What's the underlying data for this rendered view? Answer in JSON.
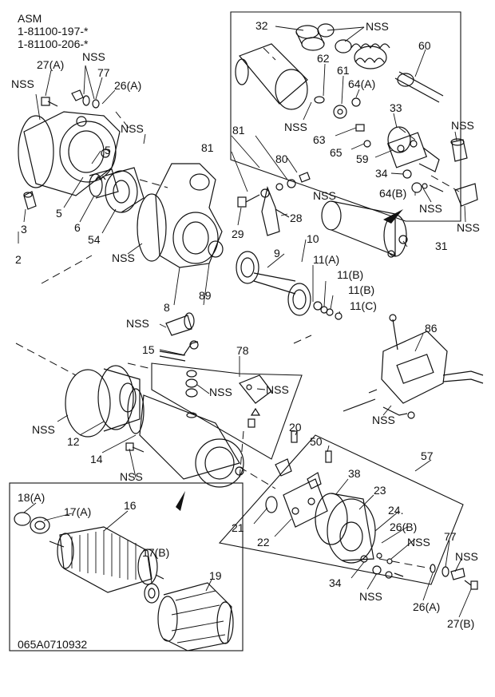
{
  "header": {
    "asm_label": "ASM",
    "part_numbers": [
      "1-81100-197-*",
      "1-81100-206-*"
    ]
  },
  "footer": {
    "drawing_code": "065A0710932"
  },
  "callouts": [
    {
      "id": "c-32",
      "text": "32"
    },
    {
      "id": "c-nss-top",
      "text": "NSS"
    },
    {
      "id": "c-60",
      "text": "60"
    },
    {
      "id": "c-62",
      "text": "62"
    },
    {
      "id": "c-61",
      "text": "61"
    },
    {
      "id": "c-64a",
      "text": "64(A)"
    },
    {
      "id": "c-nss-63",
      "text": "NSS"
    },
    {
      "id": "c-63",
      "text": "63"
    },
    {
      "id": "c-33",
      "text": "33"
    },
    {
      "id": "c-65",
      "text": "65"
    },
    {
      "id": "c-59",
      "text": "59"
    },
    {
      "id": "c-nss-cap",
      "text": "NSS"
    },
    {
      "id": "c-34-top",
      "text": "34"
    },
    {
      "id": "c-64b",
      "text": "64(B)"
    },
    {
      "id": "c-nss-64b",
      "text": "NSS"
    },
    {
      "id": "c-nss-right",
      "text": "NSS"
    },
    {
      "id": "c-27a-top",
      "text": "27(A)"
    },
    {
      "id": "c-nss-27a",
      "text": "NSS"
    },
    {
      "id": "c-77-top",
      "text": "77"
    },
    {
      "id": "c-26a-top",
      "text": "26(A)"
    },
    {
      "id": "c-nss-left",
      "text": "NSS"
    },
    {
      "id": "c-nss-bolt",
      "text": "NSS"
    },
    {
      "id": "c-5a",
      "text": "5"
    },
    {
      "id": "c-5b",
      "text": "5"
    },
    {
      "id": "c-3",
      "text": "3"
    },
    {
      "id": "c-6",
      "text": "6"
    },
    {
      "id": "c-54",
      "text": "54"
    },
    {
      "id": "c-2",
      "text": "2"
    },
    {
      "id": "c-nss-oring",
      "text": "NSS"
    },
    {
      "id": "c-81a",
      "text": "81"
    },
    {
      "id": "c-81b",
      "text": "81"
    },
    {
      "id": "c-80",
      "text": "80"
    },
    {
      "id": "c-nss-80",
      "text": "NSS"
    },
    {
      "id": "c-28",
      "text": "28"
    },
    {
      "id": "c-29",
      "text": "29"
    },
    {
      "id": "c-10",
      "text": "10"
    },
    {
      "id": "c-31",
      "text": "31"
    },
    {
      "id": "c-9",
      "text": "9"
    },
    {
      "id": "c-11a",
      "text": "11(A)"
    },
    {
      "id": "c-11b1",
      "text": "11(B)"
    },
    {
      "id": "c-11b2",
      "text": "11(B)"
    },
    {
      "id": "c-11c",
      "text": "11(C)"
    },
    {
      "id": "c-89",
      "text": "89"
    },
    {
      "id": "c-8",
      "text": "8"
    },
    {
      "id": "c-nss-89",
      "text": "NSS"
    },
    {
      "id": "c-15",
      "text": "15"
    },
    {
      "id": "c-78",
      "text": "78"
    },
    {
      "id": "c-nss-78a",
      "text": "NSS"
    },
    {
      "id": "c-nss-78b",
      "text": "NSS"
    },
    {
      "id": "c-86",
      "text": "86"
    },
    {
      "id": "c-nss-86",
      "text": "NSS"
    },
    {
      "id": "c-nss-12",
      "text": "NSS"
    },
    {
      "id": "c-12",
      "text": "12"
    },
    {
      "id": "c-14",
      "text": "14"
    },
    {
      "id": "c-nss-14",
      "text": "NSS"
    },
    {
      "id": "c-20",
      "text": "20"
    },
    {
      "id": "c-50",
      "text": "50"
    },
    {
      "id": "c-57",
      "text": "57"
    },
    {
      "id": "c-38",
      "text": "38"
    },
    {
      "id": "c-23",
      "text": "23"
    },
    {
      "id": "c-24",
      "text": "24."
    },
    {
      "id": "c-26b",
      "text": "26(B)"
    },
    {
      "id": "c-nss-26b",
      "text": "NSS"
    },
    {
      "id": "c-77-bot",
      "text": "77"
    },
    {
      "id": "c-nss-77",
      "text": "NSS"
    },
    {
      "id": "c-21",
      "text": "21"
    },
    {
      "id": "c-22",
      "text": "22"
    },
    {
      "id": "c-34-bot",
      "text": "34"
    },
    {
      "id": "c-nss-34",
      "text": "NSS"
    },
    {
      "id": "c-26a-bot",
      "text": "26(A)"
    },
    {
      "id": "c-27b",
      "text": "27(B)"
    },
    {
      "id": "c-18a",
      "text": "18(A)"
    },
    {
      "id": "c-17a",
      "text": "17(A)"
    },
    {
      "id": "c-16",
      "text": "16"
    },
    {
      "id": "c-17b",
      "text": "17(B)"
    },
    {
      "id": "c-19",
      "text": "19"
    }
  ]
}
